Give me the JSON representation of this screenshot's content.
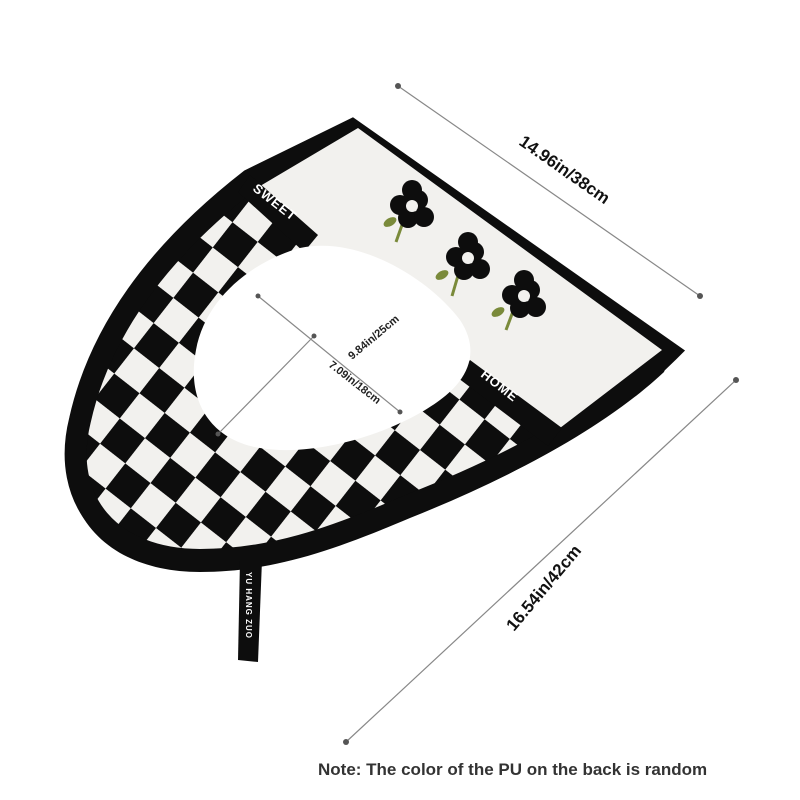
{
  "dimensions": {
    "width_label": "14.96in/38cm",
    "length_label": "16.54in/42cm",
    "inner_length_label": "9.84in/25cm",
    "inner_width_label": "7.09in/18cm"
  },
  "cover_text": {
    "left_band": "SWEET",
    "right_band": "HOME",
    "tag": "YU HANG ZUO"
  },
  "note": "Note: The color of the PU on the back is random",
  "colors": {
    "cover_black": "#0d0d0d",
    "cover_white": "#f2f1ee",
    "measure_line": "#888888"
  }
}
